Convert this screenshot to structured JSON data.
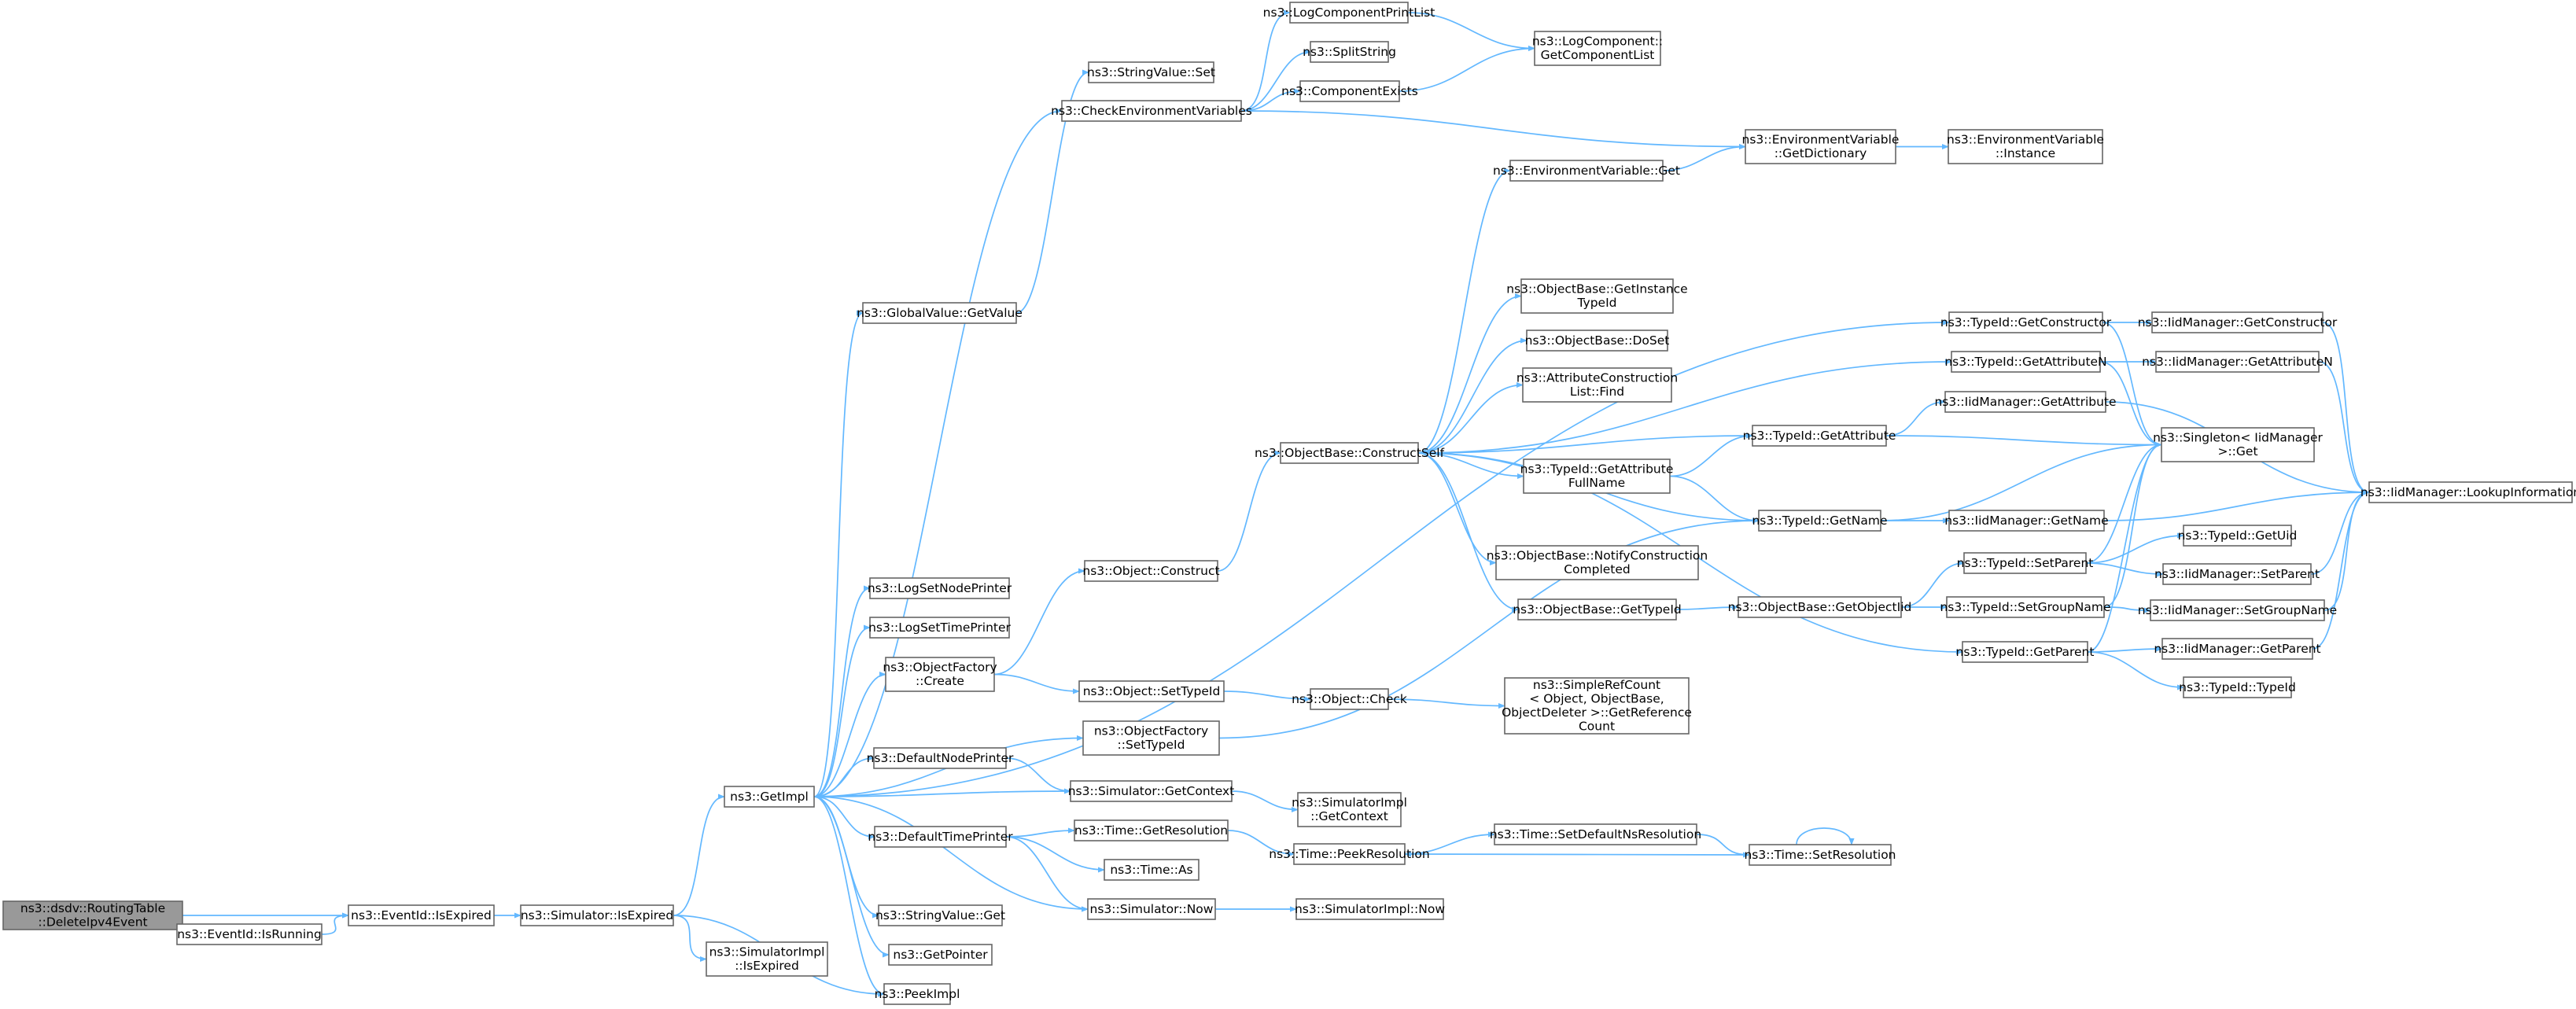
{
  "nodes": [
    {
      "id": "root",
      "lines": [
        "ns3::dsdv::RoutingTable",
        "::DeleteIpv4Event"
      ],
      "root": true
    },
    {
      "id": "isexpired",
      "lines": [
        "ns3::EventId::IsExpired"
      ]
    },
    {
      "id": "isrunning",
      "lines": [
        "ns3::EventId::IsRunning"
      ]
    },
    {
      "id": "sim_isexpired",
      "lines": [
        "ns3::Simulator::IsExpired"
      ]
    },
    {
      "id": "getimpl",
      "lines": [
        "ns3::GetImpl"
      ]
    },
    {
      "id": "simimpl_isexpired",
      "lines": [
        "ns3::SimulatorImpl",
        "::IsExpired"
      ]
    },
    {
      "id": "peekimpl",
      "lines": [
        "ns3::PeekImpl"
      ]
    },
    {
      "id": "gv_getvalue",
      "lines": [
        "ns3::GlobalValue::GetValue"
      ]
    },
    {
      "id": "logsetnode",
      "lines": [
        "ns3::LogSetNodePrinter"
      ]
    },
    {
      "id": "logsettime",
      "lines": [
        "ns3::LogSetTimePrinter"
      ]
    },
    {
      "id": "of_create",
      "lines": [
        "ns3::ObjectFactory",
        "::Create"
      ]
    },
    {
      "id": "defnodeprinter",
      "lines": [
        "ns3::DefaultNodePrinter"
      ]
    },
    {
      "id": "deftimeprinter",
      "lines": [
        "ns3::DefaultTimePrinter"
      ]
    },
    {
      "id": "strvalue_get",
      "lines": [
        "ns3::StringValue::Get"
      ]
    },
    {
      "id": "getpointer",
      "lines": [
        "ns3::GetPointer"
      ]
    },
    {
      "id": "strvalue_set",
      "lines": [
        "ns3::StringValue::Set"
      ]
    },
    {
      "id": "checkenv",
      "lines": [
        "ns3::CheckEnvironmentVariables"
      ]
    },
    {
      "id": "obj_construct",
      "lines": [
        "ns3::Object::Construct"
      ]
    },
    {
      "id": "obj_settypeid",
      "lines": [
        "ns3::Object::SetTypeId"
      ]
    },
    {
      "id": "of_settypeid",
      "lines": [
        "ns3::ObjectFactory",
        "::SetTypeId"
      ]
    },
    {
      "id": "sim_getcontext",
      "lines": [
        "ns3::Simulator::GetContext"
      ]
    },
    {
      "id": "time_getres",
      "lines": [
        "ns3::Time::GetResolution"
      ]
    },
    {
      "id": "time_as",
      "lines": [
        "ns3::Time::As"
      ]
    },
    {
      "id": "sim_now",
      "lines": [
        "ns3::Simulator::Now"
      ]
    },
    {
      "id": "logprintlist",
      "lines": [
        "ns3::LogComponentPrintList"
      ]
    },
    {
      "id": "splitstring",
      "lines": [
        "ns3::SplitString"
      ]
    },
    {
      "id": "compexists",
      "lines": [
        "ns3::ComponentExists"
      ]
    },
    {
      "id": "logcomp_list",
      "lines": [
        "ns3::LogComponent::",
        "GetComponentList"
      ]
    },
    {
      "id": "ob_constructself",
      "lines": [
        "ns3::ObjectBase::ConstructSelf"
      ]
    },
    {
      "id": "obj_check",
      "lines": [
        "ns3::Object::Check"
      ]
    },
    {
      "id": "simimpl_getcontext",
      "lines": [
        "ns3::SimulatorImpl",
        "::GetContext"
      ]
    },
    {
      "id": "time_peekres",
      "lines": [
        "ns3::Time::PeekResolution"
      ]
    },
    {
      "id": "simimpl_now",
      "lines": [
        "ns3::SimulatorImpl::Now"
      ]
    },
    {
      "id": "envvar_get",
      "lines": [
        "ns3::EnvironmentVariable::Get"
      ]
    },
    {
      "id": "ob_getinstancetypeid",
      "lines": [
        "ns3::ObjectBase::GetInstance",
        "TypeId"
      ]
    },
    {
      "id": "ob_doset",
      "lines": [
        "ns3::ObjectBase::DoSet"
      ]
    },
    {
      "id": "attrconst_find",
      "lines": [
        "ns3::AttributeConstruction",
        "List::Find"
      ]
    },
    {
      "id": "typeid_getattrfullname",
      "lines": [
        "ns3::TypeId::GetAttribute",
        "FullName"
      ]
    },
    {
      "id": "ob_notifyconst",
      "lines": [
        "ns3::ObjectBase::NotifyConstruction",
        "Completed"
      ]
    },
    {
      "id": "ob_gettypeid",
      "lines": [
        "ns3::ObjectBase::GetTypeId"
      ]
    },
    {
      "id": "simplerefcount",
      "lines": [
        "ns3::SimpleRefCount",
        "< Object, ObjectBase,",
        "ObjectDeleter >::GetReference",
        "Count"
      ]
    },
    {
      "id": "time_setdefaultns",
      "lines": [
        "ns3::Time::SetDefaultNsResolution"
      ]
    },
    {
      "id": "envvar_getdict",
      "lines": [
        "ns3::EnvironmentVariable",
        "::GetDictionary"
      ]
    },
    {
      "id": "typeid_getattribute",
      "lines": [
        "ns3::TypeId::GetAttribute"
      ]
    },
    {
      "id": "typeid_getname",
      "lines": [
        "ns3::TypeId::GetName"
      ]
    },
    {
      "id": "ob_getobjectiid",
      "lines": [
        "ns3::ObjectBase::GetObjectIid"
      ]
    },
    {
      "id": "time_setres",
      "lines": [
        "ns3::Time::SetResolution"
      ]
    },
    {
      "id": "envvar_instance",
      "lines": [
        "ns3::EnvironmentVariable",
        "::Instance"
      ]
    },
    {
      "id": "typeid_getconstructor",
      "lines": [
        "ns3::TypeId::GetConstructor"
      ]
    },
    {
      "id": "typeid_getattributen",
      "lines": [
        "ns3::TypeId::GetAttributeN"
      ]
    },
    {
      "id": "iid_getattribute",
      "lines": [
        "ns3::IidManager::GetAttribute"
      ]
    },
    {
      "id": "iid_getname",
      "lines": [
        "ns3::IidManager::GetName"
      ]
    },
    {
      "id": "typeid_setparent",
      "lines": [
        "ns3::TypeId::SetParent"
      ]
    },
    {
      "id": "typeid_setgroupname",
      "lines": [
        "ns3::TypeId::SetGroupName"
      ]
    },
    {
      "id": "typeid_getparent",
      "lines": [
        "ns3::TypeId::GetParent"
      ]
    },
    {
      "id": "iid_getconstructor",
      "lines": [
        "ns3::IidManager::GetConstructor"
      ]
    },
    {
      "id": "iid_getattributen",
      "lines": [
        "ns3::IidManager::GetAttributeN"
      ]
    },
    {
      "id": "singleton_get",
      "lines": [
        "ns3::Singleton< IidManager",
        ">::Get"
      ]
    },
    {
      "id": "typeid_getuid",
      "lines": [
        "ns3::TypeId::GetUid"
      ]
    },
    {
      "id": "iid_setparent",
      "lines": [
        "ns3::IidManager::SetParent"
      ]
    },
    {
      "id": "iid_setgroupname",
      "lines": [
        "ns3::IidManager::SetGroupName"
      ]
    },
    {
      "id": "iid_getparent",
      "lines": [
        "ns3::IidManager::GetParent"
      ]
    },
    {
      "id": "typeid_typeid",
      "lines": [
        "ns3::TypeId::TypeId"
      ]
    },
    {
      "id": "iid_lookupinfo",
      "lines": [
        "ns3::IidManager::LookupInformation"
      ]
    }
  ],
  "edges": [
    [
      "root",
      "isexpired"
    ],
    [
      "root",
      "isrunning"
    ],
    [
      "isrunning",
      "isexpired"
    ],
    [
      "isexpired",
      "sim_isexpired"
    ],
    [
      "sim_isexpired",
      "getimpl"
    ],
    [
      "sim_isexpired",
      "simimpl_isexpired"
    ],
    [
      "sim_isexpired",
      "peekimpl"
    ],
    [
      "getimpl",
      "gv_getvalue"
    ],
    [
      "getimpl",
      "logsetnode"
    ],
    [
      "getimpl",
      "logsettime"
    ],
    [
      "getimpl",
      "of_create"
    ],
    [
      "getimpl",
      "of_settypeid"
    ],
    [
      "getimpl",
      "defnodeprinter"
    ],
    [
      "getimpl",
      "deftimeprinter"
    ],
    [
      "getimpl",
      "strvalue_get"
    ],
    [
      "getimpl",
      "getpointer"
    ],
    [
      "getimpl",
      "peekimpl"
    ],
    [
      "getimpl",
      "sim_now"
    ],
    [
      "getimpl",
      "typeid_getconstructor"
    ],
    [
      "getimpl",
      "checkenv"
    ],
    [
      "sim_getcontext",
      "getimpl"
    ],
    [
      "gv_getvalue",
      "strvalue_set"
    ],
    [
      "of_create",
      "obj_construct"
    ],
    [
      "of_create",
      "obj_settypeid"
    ],
    [
      "defnodeprinter",
      "sim_getcontext"
    ],
    [
      "deftimeprinter",
      "time_getres"
    ],
    [
      "deftimeprinter",
      "time_as"
    ],
    [
      "deftimeprinter",
      "sim_now"
    ],
    [
      "checkenv",
      "logprintlist"
    ],
    [
      "checkenv",
      "splitstring"
    ],
    [
      "checkenv",
      "compexists"
    ],
    [
      "checkenv",
      "envvar_getdict"
    ],
    [
      "logprintlist",
      "logcomp_list"
    ],
    [
      "compexists",
      "logcomp_list"
    ],
    [
      "obj_construct",
      "ob_constructself"
    ],
    [
      "obj_settypeid",
      "obj_check"
    ],
    [
      "of_settypeid",
      "typeid_getname"
    ],
    [
      "sim_getcontext",
      "simimpl_getcontext"
    ],
    [
      "time_getres",
      "time_peekres"
    ],
    [
      "sim_now",
      "simimpl_now"
    ],
    [
      "obj_check",
      "simplerefcount"
    ],
    [
      "time_peekres",
      "time_setdefaultns"
    ],
    [
      "time_setdefaultns",
      "time_setres"
    ],
    [
      "time_setres",
      "time_peekres"
    ],
    [
      "time_setres",
      "time_setres"
    ],
    [
      "ob_constructself",
      "envvar_get"
    ],
    [
      "ob_constructself",
      "ob_getinstancetypeid"
    ],
    [
      "ob_constructself",
      "ob_doset"
    ],
    [
      "ob_constructself",
      "attrconst_find"
    ],
    [
      "ob_constructself",
      "typeid_getattrfullname"
    ],
    [
      "ob_constructself",
      "ob_notifyconst"
    ],
    [
      "ob_constructself",
      "ob_gettypeid"
    ],
    [
      "ob_constructself",
      "typeid_getattribute"
    ],
    [
      "ob_constructself",
      "typeid_getname"
    ],
    [
      "ob_constructself",
      "typeid_getattributen"
    ],
    [
      "ob_constructself",
      "typeid_getparent"
    ],
    [
      "envvar_get",
      "envvar_getdict"
    ],
    [
      "envvar_getdict",
      "envvar_instance"
    ],
    [
      "typeid_getattrfullname",
      "typeid_getattribute"
    ],
    [
      "typeid_getattrfullname",
      "typeid_getname"
    ],
    [
      "ob_gettypeid",
      "ob_getobjectiid"
    ],
    [
      "ob_getobjectiid",
      "typeid_setparent"
    ],
    [
      "ob_getobjectiid",
      "typeid_setgroupname"
    ],
    [
      "typeid_getattribute",
      "iid_getattribute"
    ],
    [
      "typeid_getattribute",
      "singleton_get"
    ],
    [
      "typeid_getname",
      "iid_getname"
    ],
    [
      "typeid_getname",
      "singleton_get"
    ],
    [
      "typeid_getconstructor",
      "iid_getconstructor"
    ],
    [
      "typeid_getconstructor",
      "singleton_get"
    ],
    [
      "typeid_getattributen",
      "iid_getattributen"
    ],
    [
      "typeid_getattributen",
      "singleton_get"
    ],
    [
      "typeid_setparent",
      "typeid_getuid"
    ],
    [
      "typeid_setparent",
      "iid_setparent"
    ],
    [
      "typeid_setparent",
      "singleton_get"
    ],
    [
      "typeid_setgroupname",
      "iid_setgroupname"
    ],
    [
      "typeid_setgroupname",
      "singleton_get"
    ],
    [
      "typeid_getparent",
      "iid_getparent"
    ],
    [
      "typeid_getparent",
      "typeid_typeid"
    ],
    [
      "typeid_getparent",
      "singleton_get"
    ],
    [
      "iid_getconstructor",
      "iid_lookupinfo"
    ],
    [
      "iid_getattributen",
      "iid_lookupinfo"
    ],
    [
      "iid_getattribute",
      "iid_lookupinfo"
    ],
    [
      "iid_getname",
      "iid_lookupinfo"
    ],
    [
      "iid_setparent",
      "iid_lookupinfo"
    ],
    [
      "iid_setgroupname",
      "iid_lookupinfo"
    ],
    [
      "iid_getparent",
      "iid_lookupinfo"
    ]
  ]
}
